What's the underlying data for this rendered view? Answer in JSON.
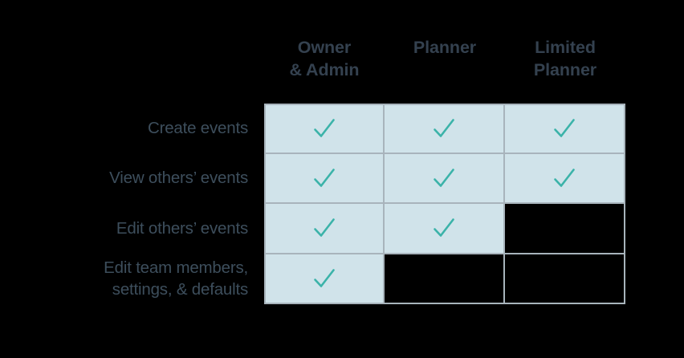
{
  "background_color": "#000000",
  "theme": {
    "cell_allowed_color": "#D0E3EA",
    "cell_denied_color": "#000000",
    "grid_line_color": "#A8B4BC",
    "check_color": "#3BB3A9",
    "header_text_color": "#34414F",
    "row_label_text_color": "#3D4E5C"
  },
  "table": {
    "column_headers": [
      {
        "label": "Owner\n& Admin",
        "name": "owner-and-admin"
      },
      {
        "label": "Planner",
        "name": "planner"
      },
      {
        "label": "Limited\nPlanner",
        "name": "limited-planner"
      }
    ],
    "rows": [
      {
        "label": "Create events",
        "name": "create-events",
        "cells": [
          {
            "allowed": true,
            "icon": "check-icon"
          },
          {
            "allowed": true,
            "icon": "check-icon"
          },
          {
            "allowed": true,
            "icon": "check-icon"
          }
        ]
      },
      {
        "label": "View others’ events",
        "name": "view-others-events",
        "cells": [
          {
            "allowed": true,
            "icon": "check-icon"
          },
          {
            "allowed": true,
            "icon": "check-icon"
          },
          {
            "allowed": true,
            "icon": "check-icon"
          }
        ]
      },
      {
        "label": "Edit others’ events",
        "name": "edit-others-events",
        "cells": [
          {
            "allowed": true,
            "icon": "check-icon"
          },
          {
            "allowed": true,
            "icon": "check-icon"
          },
          {
            "allowed": false,
            "icon": null
          }
        ]
      },
      {
        "label": "Edit team members,\nsettings, & defaults",
        "name": "edit-team-members-settings-defaults",
        "cells": [
          {
            "allowed": true,
            "icon": "check-icon"
          },
          {
            "allowed": false,
            "icon": null
          },
          {
            "allowed": false,
            "icon": null
          }
        ]
      }
    ]
  }
}
